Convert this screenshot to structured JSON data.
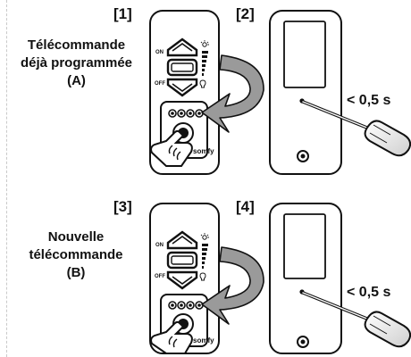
{
  "steps": [
    "[1]",
    "[2]",
    "[3]",
    "[4]"
  ],
  "section_a": {
    "line1": "Télécommande",
    "line2": "déjà programmée",
    "line3": "(A)"
  },
  "section_b": {
    "line1": "Nouvelle",
    "line2": "télécommande",
    "line3": "(B)"
  },
  "press_time": "< 0,5 s",
  "remote": {
    "on_label": "ON",
    "off_label": "OFF",
    "brand": "somfy"
  },
  "colors": {
    "ink": "#111111",
    "arrow_fill": "#9a9a9a",
    "background": "#ffffff"
  }
}
